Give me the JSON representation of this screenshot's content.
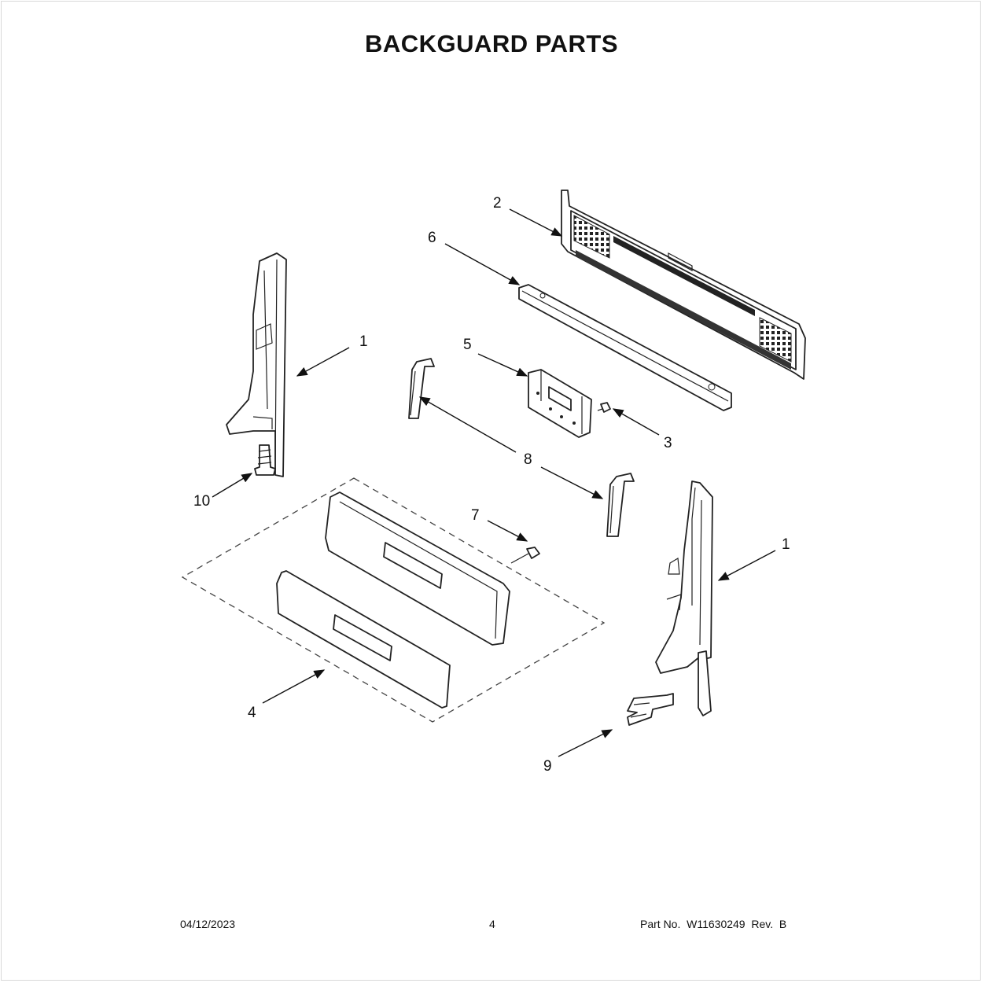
{
  "title": "BACKGUARD PARTS",
  "callouts": {
    "c1_left": "1",
    "c1_right": "1",
    "c2": "2",
    "c3": "3",
    "c4": "4",
    "c5": "5",
    "c6": "6",
    "c7": "7",
    "c8": "8",
    "c9": "9",
    "c10": "10"
  },
  "footer": {
    "date": "04/12/2023",
    "page": "4",
    "part": "Part No.  W11630249  Rev.  B"
  }
}
